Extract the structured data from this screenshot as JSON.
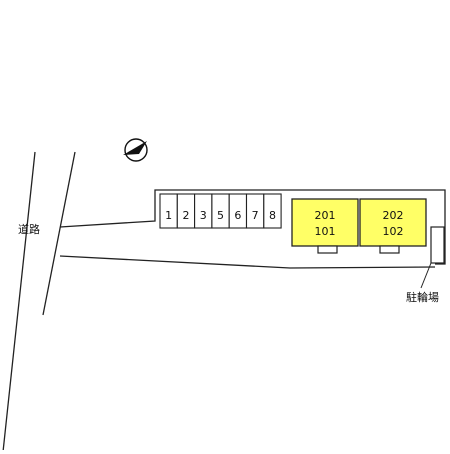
{
  "road": {
    "label": "道路"
  },
  "parking": {
    "spaces": [
      "1",
      "2",
      "3",
      "5",
      "6",
      "7",
      "8"
    ]
  },
  "buildings": [
    {
      "upper_unit": "201",
      "lower_unit": "101"
    },
    {
      "upper_unit": "202",
      "lower_unit": "102"
    }
  ],
  "bicycle_parking": {
    "label": "駐輪場"
  },
  "colors": {
    "building_fill": "#ffff66",
    "line": "#222222",
    "background": "#ffffff"
  },
  "compass": {
    "icon": "north-arrow-icon"
  }
}
